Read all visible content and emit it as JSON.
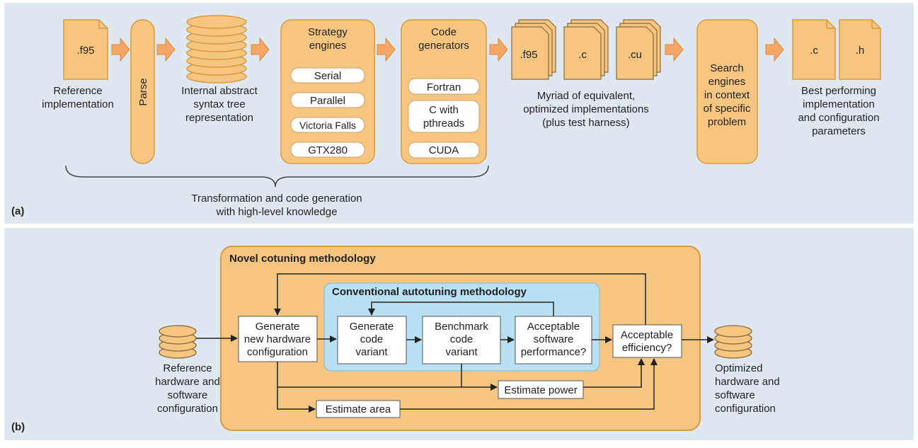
{
  "colors": {
    "panel_bg": "#dfe8f1",
    "orange_fill": "#f6c681",
    "orange_stroke": "#d89a3d",
    "blue_fill": "#b9dff2",
    "arrow": "#222222"
  },
  "panel_a": {
    "mark": "(a)",
    "ref_file_ext": ".f95",
    "ref_caption": [
      "Reference",
      "implementation"
    ],
    "parse_label": "Parse",
    "ast_caption": [
      "Internal abstract",
      "syntax tree",
      "representation"
    ],
    "strategy": {
      "title": [
        "Strategy",
        "engines"
      ],
      "items": [
        "Serial",
        "Parallel",
        "Victoria Falls",
        "GTX280"
      ]
    },
    "codegen": {
      "title": [
        "Code",
        "generators"
      ],
      "items": [
        [
          "Fortran"
        ],
        [
          "C with",
          "pthreads"
        ],
        [
          "CUDA"
        ]
      ]
    },
    "variants": {
      "stacks": [
        ".f95",
        ".c",
        ".cu"
      ],
      "caption": [
        "Myriad of equivalent,",
        "optimized implementations",
        "(plus test harness)"
      ]
    },
    "search": [
      "Search",
      "engines",
      "in context",
      "of specific",
      "problem"
    ],
    "best": {
      "files": [
        ".c",
        ".h"
      ],
      "caption": [
        "Best performing",
        "implementation",
        "and configuration",
        "parameters"
      ]
    },
    "brace_caption": [
      "Transformation and code generation",
      "with high-level knowledge"
    ]
  },
  "panel_b": {
    "mark": "(b)",
    "outer_title": "Novel cotuning methodology",
    "inner_title": "Conventional autotuning methodology",
    "ref_caption": [
      "Reference",
      "hardware and",
      "software",
      "configuration"
    ],
    "gen_hw": [
      "Generate",
      "new hardware",
      "configuration"
    ],
    "gen_code": [
      "Generate",
      "code",
      "variant"
    ],
    "bench": [
      "Benchmark",
      "code",
      "variant"
    ],
    "acc_sw": [
      "Acceptable",
      "software",
      "performance?"
    ],
    "acc_eff": [
      "Acceptable",
      "efficiency?"
    ],
    "est_power": "Estimate power",
    "est_area": "Estimate area",
    "opt_caption": [
      "Optimized",
      "hardware and",
      "software",
      "configuration"
    ]
  }
}
